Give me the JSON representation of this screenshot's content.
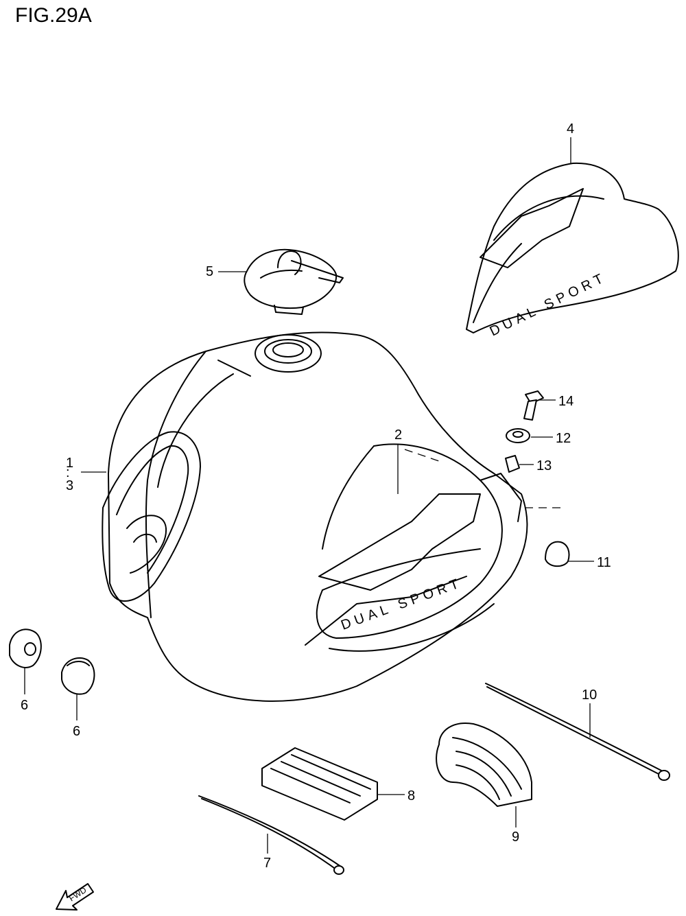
{
  "figure": {
    "title": "FIG.29A"
  },
  "callouts": [
    {
      "id": "c1",
      "label": "1"
    },
    {
      "id": "c1sep",
      "label": ":"
    },
    {
      "id": "c3",
      "label": "3"
    },
    {
      "id": "c2",
      "label": "2"
    },
    {
      "id": "c4",
      "label": "4"
    },
    {
      "id": "c5",
      "label": "5"
    },
    {
      "id": "c6a",
      "label": "6"
    },
    {
      "id": "c6b",
      "label": "6"
    },
    {
      "id": "c7",
      "label": "7"
    },
    {
      "id": "c8",
      "label": "8"
    },
    {
      "id": "c9",
      "label": "9"
    },
    {
      "id": "c10",
      "label": "10"
    },
    {
      "id": "c11",
      "label": "11"
    },
    {
      "id": "c12",
      "label": "12"
    },
    {
      "id": "c13",
      "label": "13"
    },
    {
      "id": "c14",
      "label": "14"
    }
  ],
  "decal_text": {
    "tank": "DUAL SPORT",
    "side_cover": "DUAL SPORT"
  },
  "direction_arrow": {
    "label": "FWD"
  }
}
